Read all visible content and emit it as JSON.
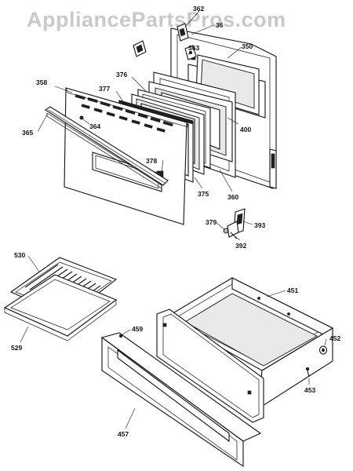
{
  "watermark": "AppliancePartsPros.com",
  "labels": {
    "l362": "362",
    "l36": "36",
    "l350": "350",
    "l363": "363",
    "l376": "376",
    "l358": "358",
    "l377": "377",
    "l364": "364",
    "l365": "365",
    "l400": "400",
    "l378": "378",
    "l375": "375",
    "l360": "360",
    "l379": "379",
    "l393": "393",
    "l392": "392",
    "l530": "530",
    "l529": "529",
    "l451": "451",
    "l459": "459",
    "l452": "452",
    "l453": "453",
    "l457": "457"
  }
}
